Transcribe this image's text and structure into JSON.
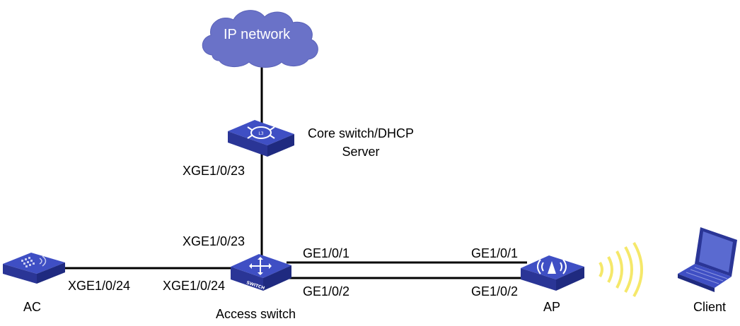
{
  "nodes": {
    "cloud": {
      "label": "IP network",
      "icon": "cloud-icon"
    },
    "core_switch": {
      "label_line1": "Core switch/DHCP",
      "label_line2": "Server",
      "icon": "core-switch-icon"
    },
    "access_switch": {
      "label": "Access switch",
      "icon": "access-switch-icon",
      "badge": "SWITCH"
    },
    "ac": {
      "label": "AC",
      "icon": "wireless-controller-icon"
    },
    "ap": {
      "label": "AP",
      "icon": "access-point-icon"
    },
    "client": {
      "label": "Client",
      "icon": "laptop-icon"
    }
  },
  "ports": {
    "core_down": "XGE1/0/23",
    "access_up": "XGE1/0/23",
    "ac_port": "XGE1/0/24",
    "access_left": "XGE1/0/24",
    "access_ge1": "GE1/0/1",
    "access_ge2": "GE1/0/2",
    "ap_ge1": "GE1/0/1",
    "ap_ge2": "GE1/0/2"
  },
  "colors": {
    "device_blue": "#2e3aa6",
    "device_top": "#3f4fc4",
    "cloud_blue": "#6a72c8",
    "signal_yellow": "#f5e86a",
    "link": "#000000"
  }
}
